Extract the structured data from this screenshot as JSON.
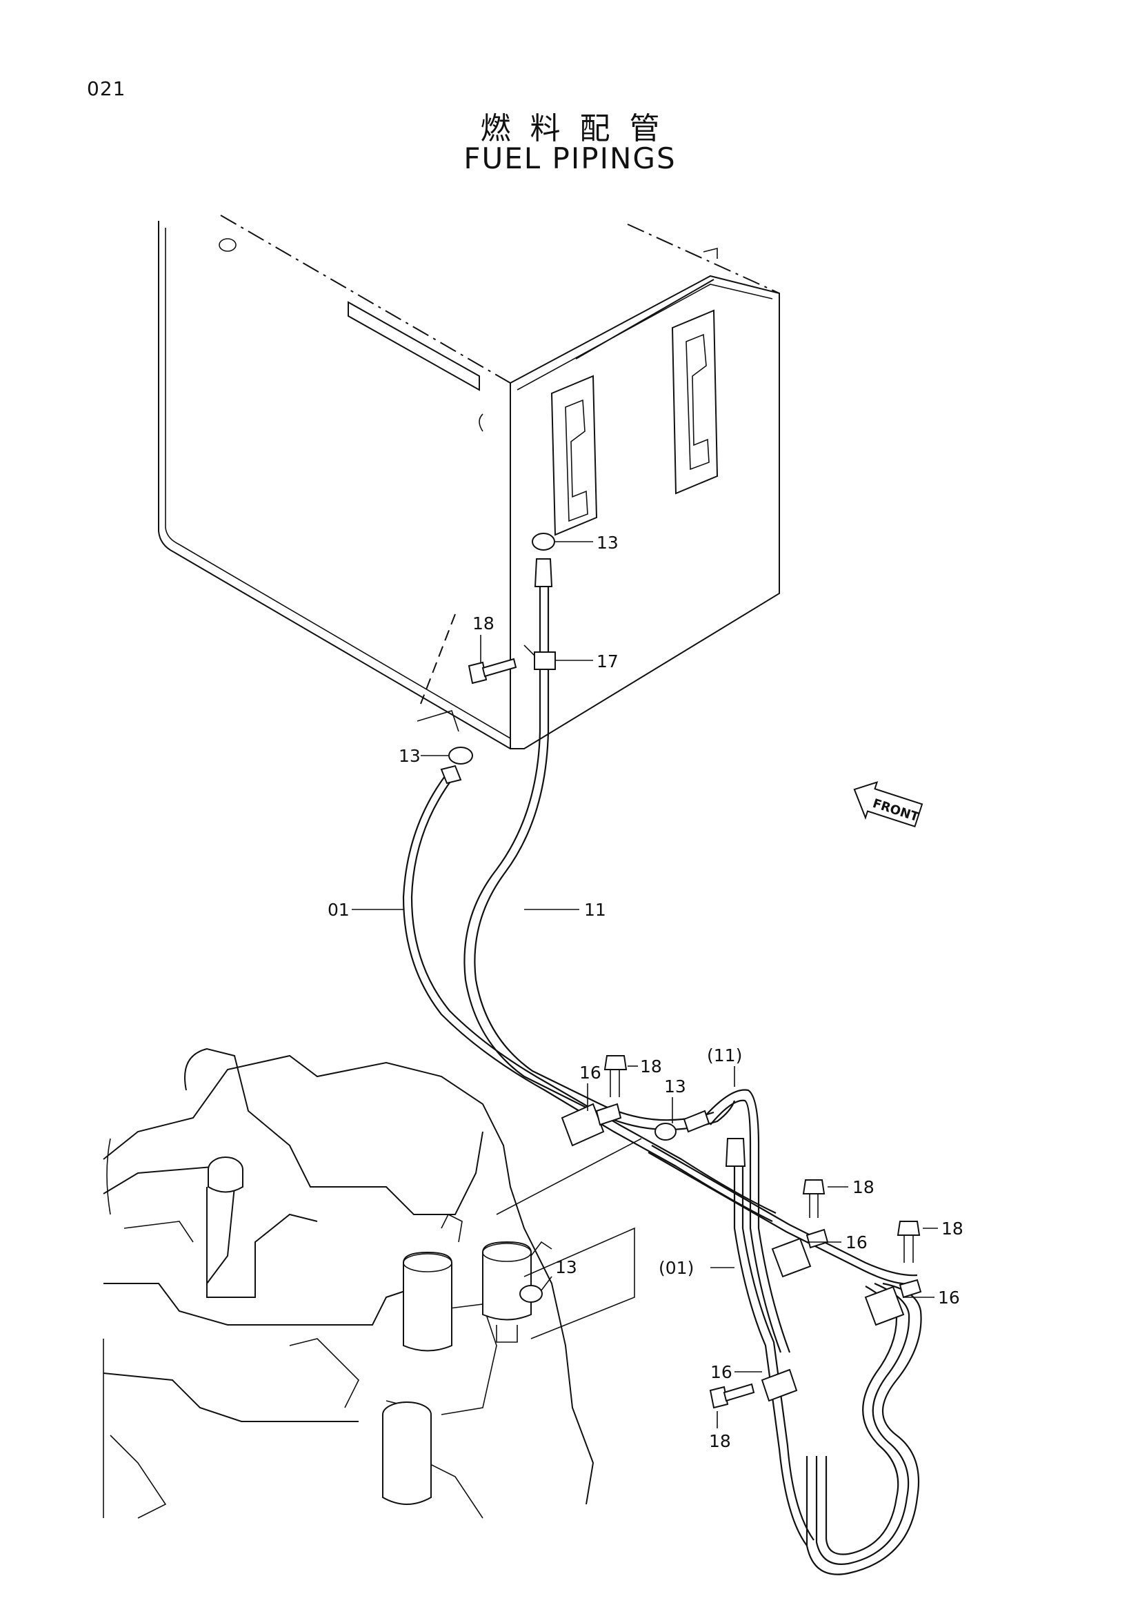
{
  "page": {
    "number": "021",
    "title_jp": "燃料配管",
    "title_en": "FUEL PIPINGS"
  },
  "callouts": {
    "c01": "01",
    "c01_paren": "(01)",
    "c11": "11",
    "c11_paren": "(11)",
    "c13": "13",
    "c16": "16",
    "c17": "17",
    "c18": "18"
  },
  "orientation": {
    "front_label": "FRONT"
  }
}
